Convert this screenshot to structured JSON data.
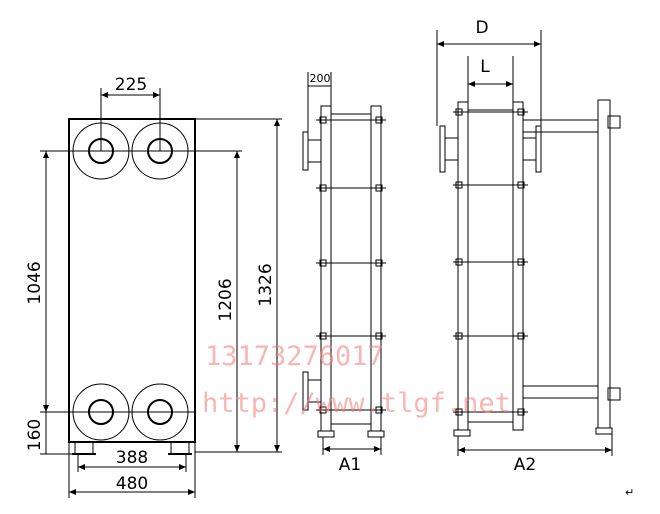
{
  "front_view": {
    "dim_port_spacing": "225",
    "dim_port_vertical": "1046",
    "dim_port_to_bottom": "160",
    "dim_frame_inner_height": "1206",
    "dim_total_height": "1326",
    "dim_foot_spacing": "388",
    "dim_total_width": "480"
  },
  "side_view_a1": {
    "dim_nozzle": "200",
    "label": "A1"
  },
  "side_view_a2": {
    "dim_d": "D",
    "dim_l": "L",
    "label": "A2"
  },
  "watermark": {
    "phone": "13173276017",
    "url": "http://www.tlgf.net",
    "color": "#f07a74"
  },
  "corner_mark": "↵"
}
